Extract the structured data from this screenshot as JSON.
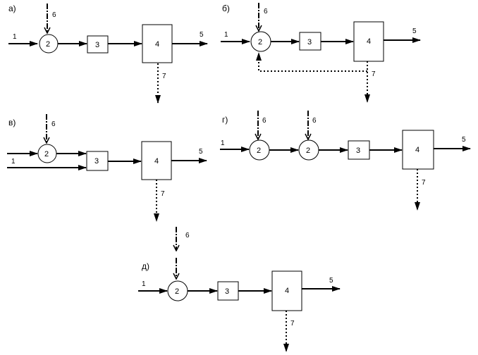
{
  "panels": {
    "a": {
      "label": "а)"
    },
    "b": {
      "label": "б)"
    },
    "v": {
      "label": "в)"
    },
    "g": {
      "label": "г)"
    },
    "d": {
      "label": "д)"
    }
  },
  "labels": {
    "n1": "1",
    "n2": "2",
    "n3": "3",
    "n4": "4",
    "n5": "5",
    "n6": "6",
    "n7": "7"
  },
  "colors": {
    "stroke": "#000000",
    "background": "#ffffff"
  }
}
